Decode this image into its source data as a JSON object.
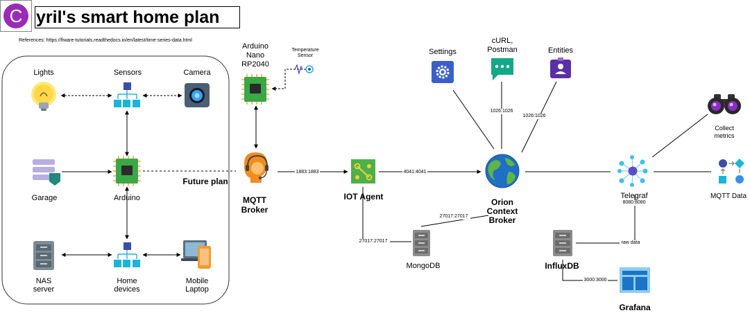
{
  "title": {
    "avatar_letter": "C",
    "text": "yril's smart home plan",
    "references": "References: https://fiware-tutorials.readthedocs.io/en/latest/time-series-data.html"
  },
  "home": {
    "lights": "Lights",
    "sensors": "Sensors",
    "camera": "Camera",
    "garage": "Garage",
    "arduino": "Arduino",
    "future_plan": "Future plan",
    "nas_line1": "NAS",
    "nas_line2": "server",
    "home_devices_line1": "Home",
    "home_devices_line2": "devices",
    "mobile_line1": "Mobile",
    "mobile_line2": "Laptop"
  },
  "edge": {
    "arduino_nano_line1": "Arduino",
    "arduino_nano_line2": "Nano",
    "arduino_nano_line3": "RP2040",
    "temp_sensor_line1": "Temperature",
    "temp_sensor_line2": "Sensor",
    "mqtt_line1": "MQTT",
    "mqtt_line2": "Broker",
    "iot_agent": "IOT Agent"
  },
  "fiware": {
    "settings": "Settings",
    "curl_line1": "cURL,",
    "curl_line2": "Postman",
    "entities": "Entities",
    "orion_line1": "Orion",
    "orion_line2": "Context",
    "orion_line3": "Broker",
    "mongodb": "MongoDB",
    "influxdb": "InfluxDB",
    "grafana": "Grafana",
    "telegraf": "Telegraf",
    "collect_line1": "Collect",
    "collect_line2": "metrics",
    "mqtt_data": "MQTT Data"
  },
  "ports": {
    "mqtt_iot": "1883:1883",
    "iot_orion": "4041:4041",
    "curl_orion": "1026:1026",
    "entities_orion": "1026:1026",
    "iot_mongo": "27017:27017",
    "mongo_orion": "27017:27017",
    "telegraf_port": "8080:8080",
    "raw_data": "raw data",
    "influx_grafana": "3000:3000"
  },
  "colors": {
    "chip_green": "#3aa846",
    "chip_dark": "#333333",
    "azure_blue": "#1f6fc5",
    "cyan": "#1ab6d9",
    "server_gray": "#8c8c8c",
    "purple": "#5b2fa8",
    "teal_green": "#11a88a",
    "orange": "#f29a2e"
  },
  "icons": [
    "lightbulb-icon",
    "network-icon",
    "camera-icon",
    "garage-icon",
    "chip-icon",
    "server-icon",
    "devices-icon",
    "mqtt-broker-icon",
    "temperature-sensor-icon",
    "iot-agent-icon",
    "gear-icon",
    "chat-icon",
    "entities-icon",
    "globe-icon",
    "binoculars-icon",
    "telegraf-icon",
    "mqtt-data-icon",
    "grafana-dashboard-icon"
  ]
}
